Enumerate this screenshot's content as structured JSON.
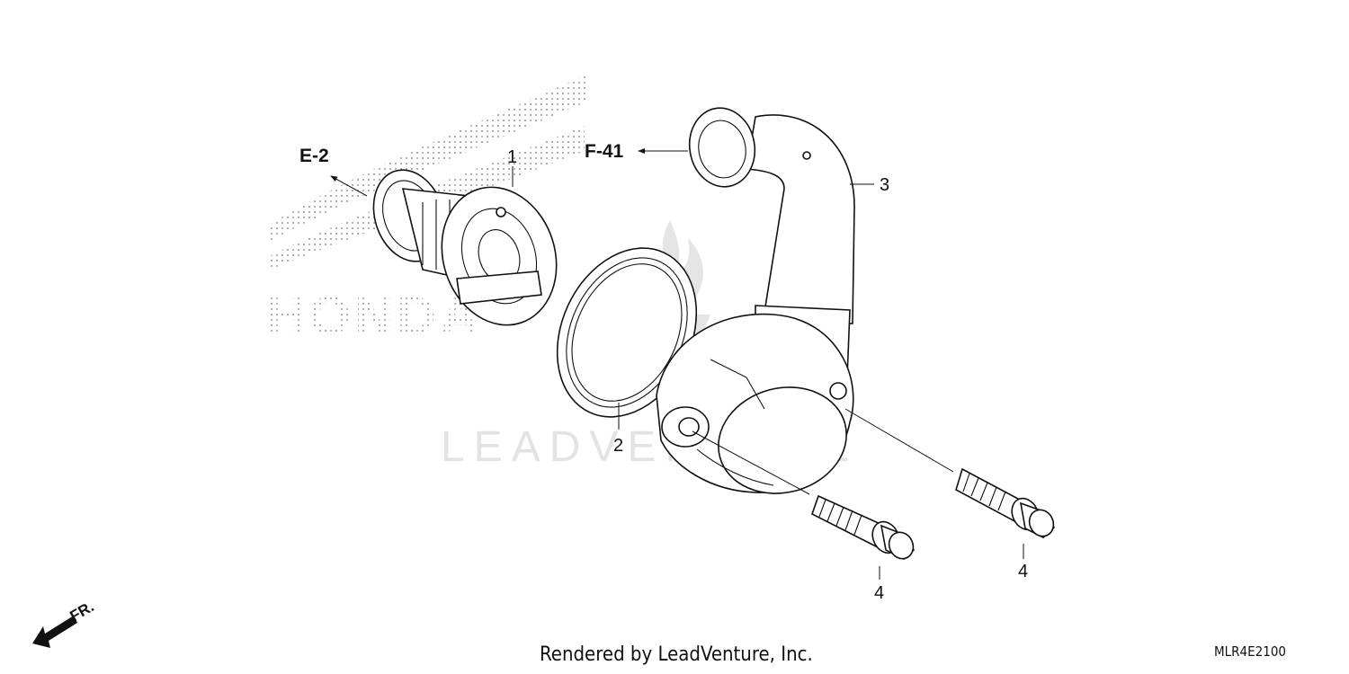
{
  "credit": "Rendered by LeadVenture, Inc.",
  "diagram_code": "MLR4E2100",
  "watermark": "LEADVENTURE",
  "brand_watermark": "HONDA",
  "front_marker": "FR.",
  "references": {
    "upper_left": "E-2",
    "upper_right": "F-41"
  },
  "callouts": {
    "thermostat": "1",
    "gasket": "2",
    "thermostat_cover": "3",
    "bolt_left": "4",
    "bolt_right": "4"
  }
}
